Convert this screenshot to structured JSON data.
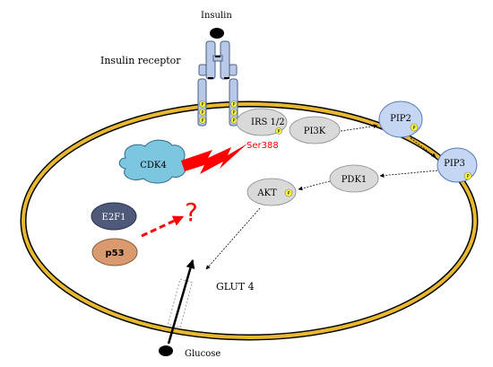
{
  "diagram": {
    "ligand_label": "Insulin",
    "receptor_label": "Insulin receptor",
    "phospho_symbol": "P",
    "nodes": {
      "irs": "IRS 1/2",
      "pi3k": "PI3K",
      "pip2": "PIP2",
      "pip3": "PIP3",
      "pdk1": "PDK1",
      "akt": "AKT",
      "cdk4": "CDK4",
      "e2f1": "E2F1",
      "p53": "p53"
    },
    "site_label": "Ser388",
    "unknown_mark": "?",
    "transporter_label": "GLUT 4",
    "glucose_label": "Glucose",
    "colors": {
      "membrane": "#e8b830",
      "node_grey": "#d9d9d9",
      "node_blue": "#c5d6f2",
      "cdk4": "#7dc6df",
      "e2f1": "#4f5a7a",
      "p53": "#d99a70",
      "phospho": "#ffff33",
      "inhibition": "#ff0000",
      "receptor": "#b7c9e6"
    }
  }
}
